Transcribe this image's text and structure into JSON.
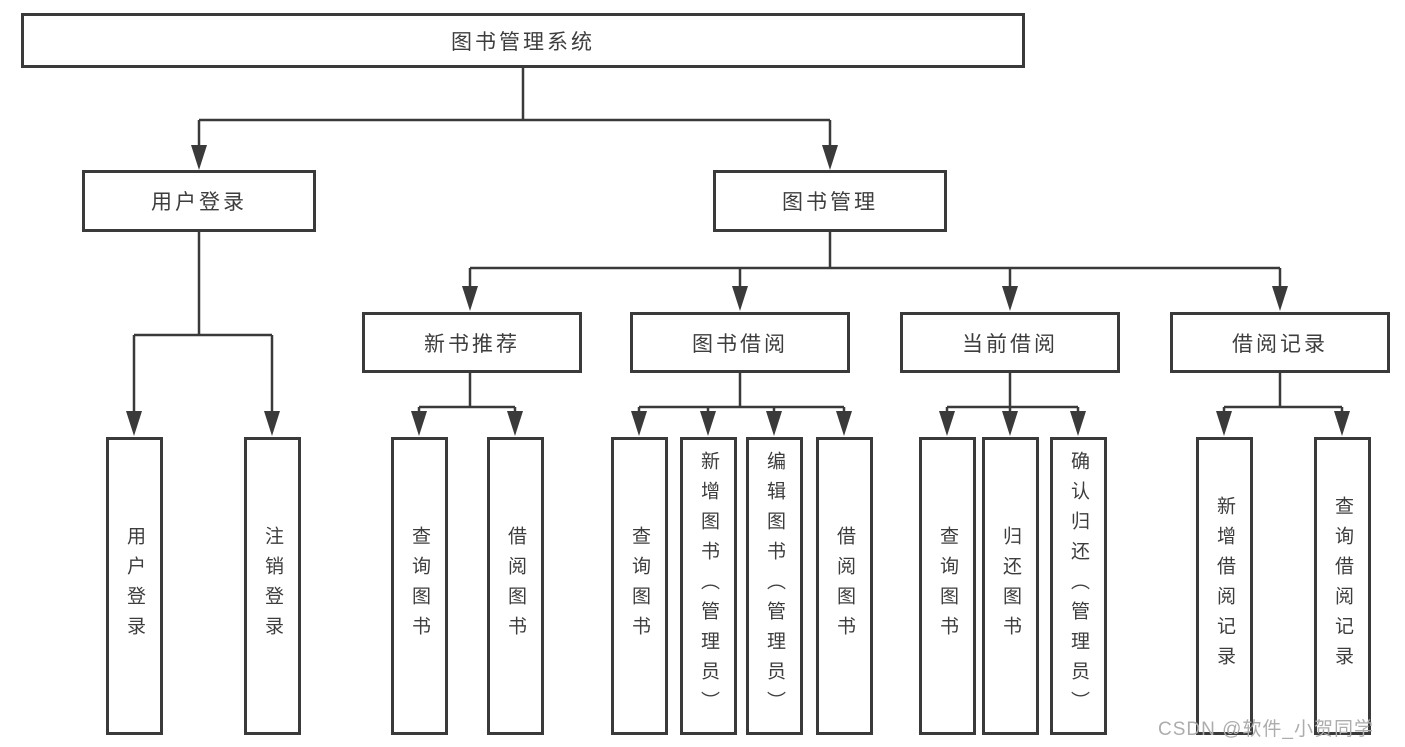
{
  "page": {
    "background": "#ffffff"
  },
  "colors": {
    "line": "#3a3a3a",
    "box_border": "#3a3a3a",
    "text": "#3d3d3d",
    "watermark": "#adadad"
  },
  "tree": {
    "root": {
      "label": "图书管理系统",
      "children": [
        {
          "label": "用户登录",
          "children": [
            {
              "label": "用户登录"
            },
            {
              "label": "注销登录"
            }
          ]
        },
        {
          "label": "图书管理",
          "children": [
            {
              "label": "新书推荐",
              "children": [
                {
                  "label": "查询图书"
                },
                {
                  "label": "借阅图书"
                }
              ]
            },
            {
              "label": "图书借阅",
              "children": [
                {
                  "label": "查询图书"
                },
                {
                  "label": "新增图书（管理员）"
                },
                {
                  "label": "编辑图书（管理员）"
                },
                {
                  "label": "借阅图书"
                }
              ]
            },
            {
              "label": "当前借阅",
              "children": [
                {
                  "label": "查询图书"
                },
                {
                  "label": "归还图书"
                },
                {
                  "label": "确认归还（管理员）"
                }
              ]
            },
            {
              "label": "借阅记录",
              "children": [
                {
                  "label": "新增借阅记录"
                },
                {
                  "label": "查询借阅记录"
                }
              ]
            }
          ]
        }
      ]
    }
  },
  "watermark": {
    "text": "CSDN @软件_小贺同学"
  }
}
